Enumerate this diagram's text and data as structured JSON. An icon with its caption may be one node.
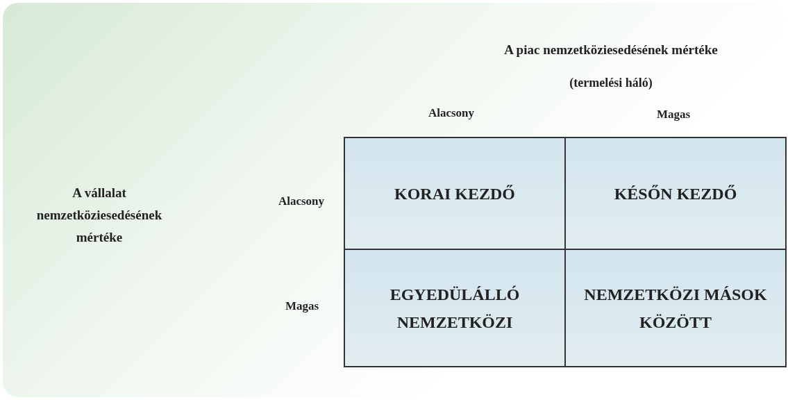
{
  "diagram": {
    "nodes": [
      {
        "text": [
          "KORAI KEZDŐ"
        ]
      },
      {
        "text": [
          "KÉSŐN KEZDŐ"
        ]
      },
      {
        "text": [
          "EGYEDÜLÁLLÓ NEMZETKÖZI"
        ]
      },
      {
        "text": [
          "NEMZETKÖZI MÁSOK KÖZÖTT"
        ]
      }
    ],
    "labels": [
      "A piac nemzetköziesedésének mértéke",
      "(termelési háló)",
      "Alacsony",
      "Magas",
      "A vállalat nemzetköziesedésének mértéke",
      "Alacsony",
      "Magas"
    ]
  }
}
